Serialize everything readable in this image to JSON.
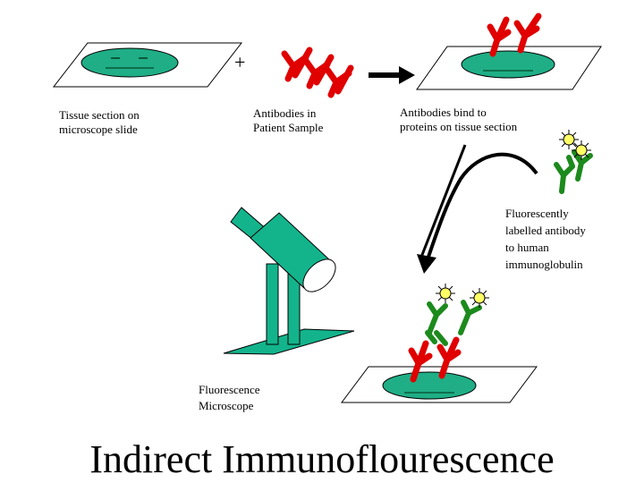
{
  "plus_sign": "+",
  "labels": {
    "tissue_section": [
      "Tissue section on",
      "microscope slide"
    ],
    "antibodies_patient": [
      "Antibodies in",
      "Patient Sample"
    ],
    "antibodies_bind": [
      "Antibodies bind  to",
      "proteins on tissue section"
    ],
    "fluorescently_labelled": [
      "Fluorescently",
      "labelled antibody",
      "to human",
      "immunoglobulin"
    ],
    "microscope": [
      "Fluorescence",
      "Microscope"
    ]
  },
  "title": "Indirect Immunoflourescence",
  "colors": {
    "tissue": "#1fae86",
    "patient_antibody": "#e00000",
    "labelled_antibody": "#1c8a1c",
    "fluorophore": "#ffff66",
    "microscope": "#13b48c",
    "arrow": "#000000"
  },
  "icons": [
    "slide-icon",
    "antibody-icon",
    "labelled-antibody-icon",
    "microscope-icon",
    "arrow-icon"
  ]
}
